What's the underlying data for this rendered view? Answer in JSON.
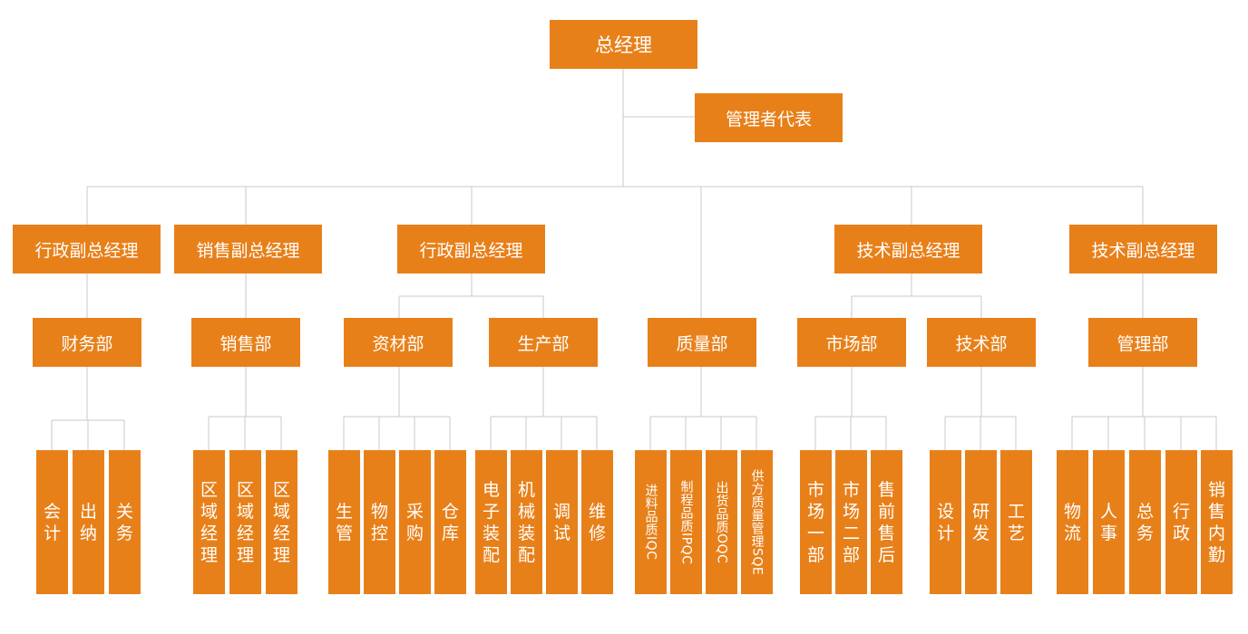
{
  "colors": {
    "box": "#E8801A",
    "text": "#FFFFFF",
    "line": "#C8C8C8"
  },
  "org": {
    "ceo": "总经理",
    "rep": "管理者代表",
    "vps": [
      "行政副总经理",
      "销售副总经理",
      "行政副总经理",
      "技术副总经理",
      "技术副总经理"
    ],
    "depts": [
      "财务部",
      "销售部",
      "资材部",
      "生产部",
      "质量部",
      "市场部",
      "技术部",
      "管理部"
    ],
    "units": [
      "会计",
      "出纳",
      "关务",
      "区域经理",
      "区域经理",
      "区域经理",
      "生管",
      "物控",
      "采购",
      "仓库",
      "电子装配",
      "机械装配",
      "调试",
      "维修",
      "进料品质IQC",
      "制程品质IPQC",
      "出货品质OQC",
      "供方质量管理SQE",
      "市场一部",
      "市场二部",
      "售前售后",
      "设计",
      "研发",
      "工艺",
      "物流",
      "人事",
      "总务",
      "行政",
      "销售内勤"
    ]
  }
}
